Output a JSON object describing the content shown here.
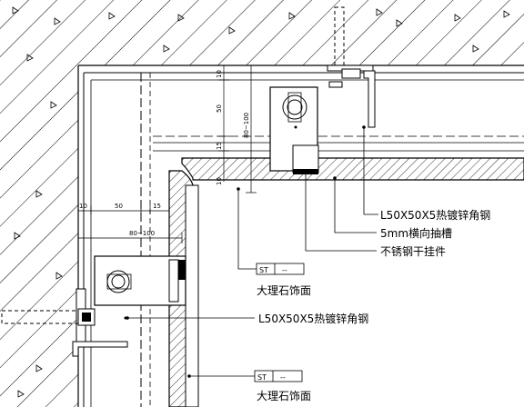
{
  "labels": {
    "angle_steel_top": "L50X50X5热镀锌角钢",
    "slot": "5mm横向抽槽",
    "hanger": "不锈钢干挂件",
    "marble_1": "大理石饰面",
    "angle_steel_left": "L50X50X5热镀锌角钢",
    "marble_2": "大理石饰面",
    "tag_code": "ST",
    "tag_value": "--"
  },
  "dimensions": {
    "vertical": [
      "10",
      "50",
      "15",
      "10",
      "80~100"
    ],
    "horizontal": [
      "10",
      "50",
      "15",
      "80~100"
    ]
  },
  "colors": {
    "line": "#000000",
    "background": "#ffffff",
    "bolt_fill": "#000000"
  }
}
